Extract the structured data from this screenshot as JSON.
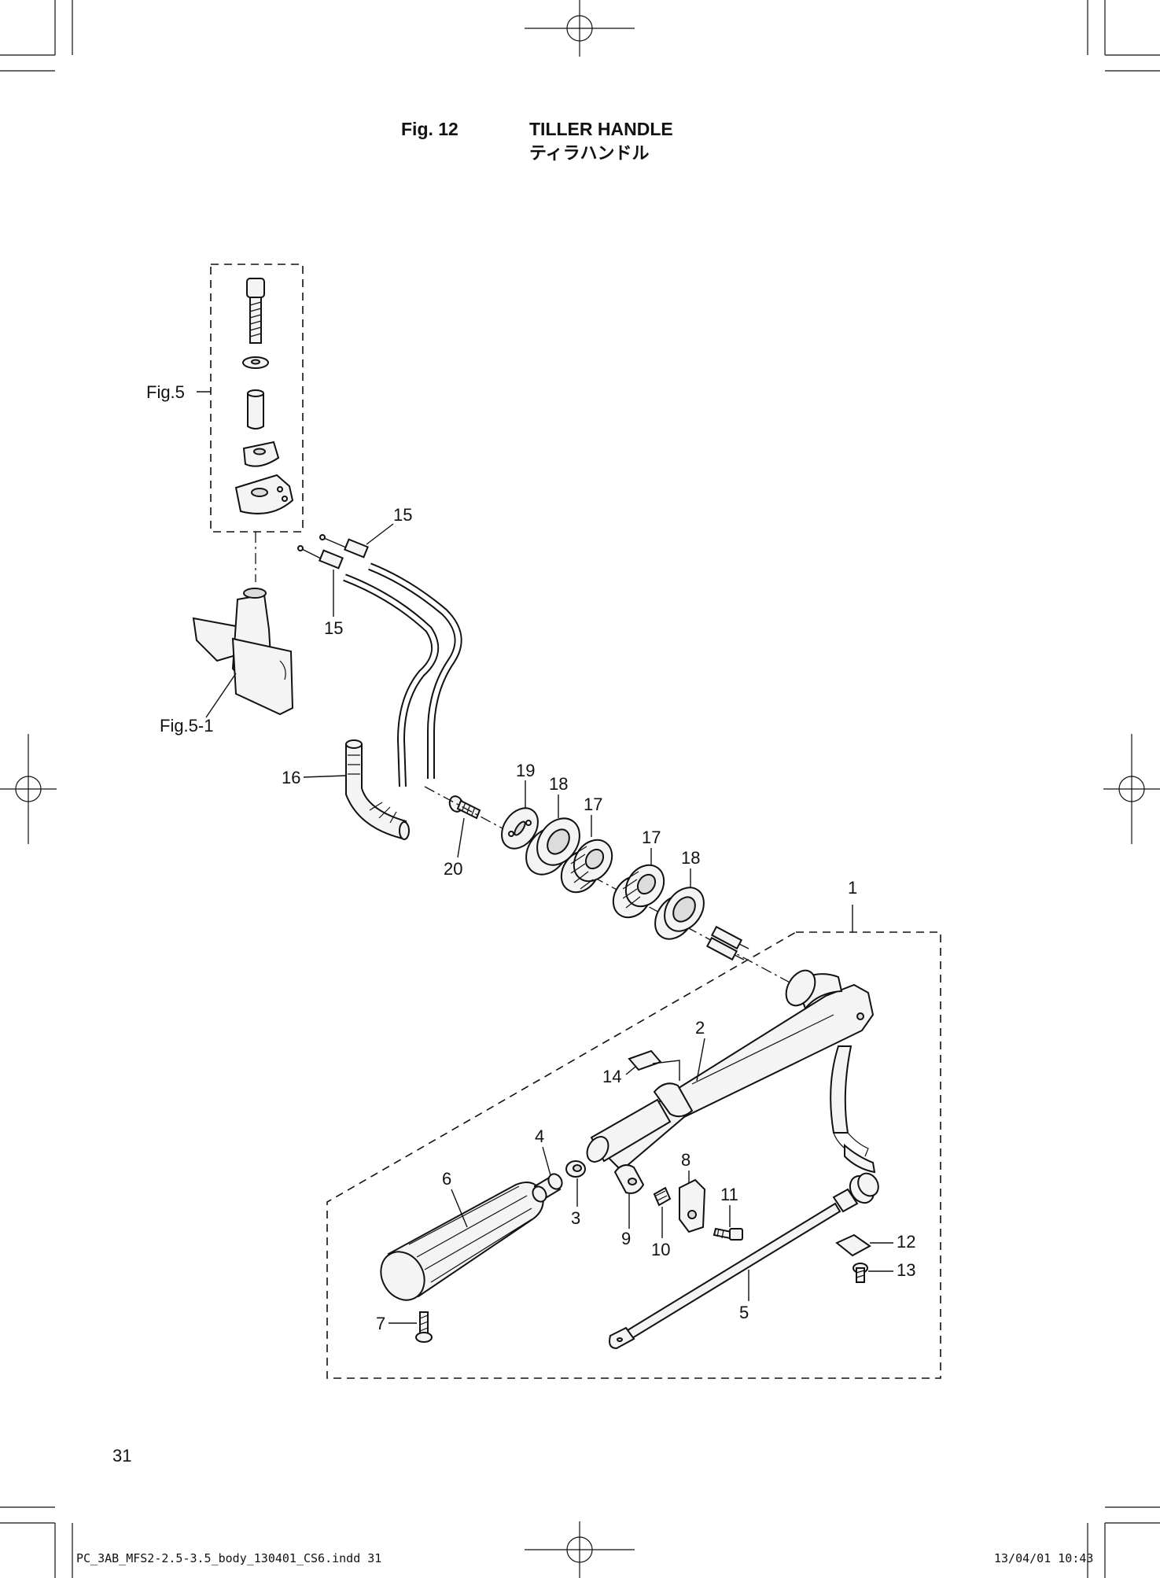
{
  "header": {
    "fig_number": "Fig. 12",
    "title": "TILLER HANDLE",
    "title_jp": "ティラハンドル"
  },
  "callouts": {
    "fig5": "Fig.5",
    "fig5_1": "Fig.5-1",
    "p1": "1",
    "p2": "2",
    "p3": "3",
    "p4": "4",
    "p5": "5",
    "p6": "6",
    "p7": "7",
    "p8": "8",
    "p9": "9",
    "p10": "10",
    "p11": "11",
    "p12": "12",
    "p13": "13",
    "p14": "14",
    "p15a": "15",
    "p15b": "15",
    "p16": "16",
    "p17a": "17",
    "p17b": "17",
    "p18a": "18",
    "p18b": "18",
    "p19": "19",
    "p20": "20"
  },
  "page": {
    "number": "31"
  },
  "footer": {
    "file": "PC_3AB_MFS2-2.5-3.5_body_130401_CS6.indd   31",
    "timestamp": "13/04/01   10:43"
  }
}
